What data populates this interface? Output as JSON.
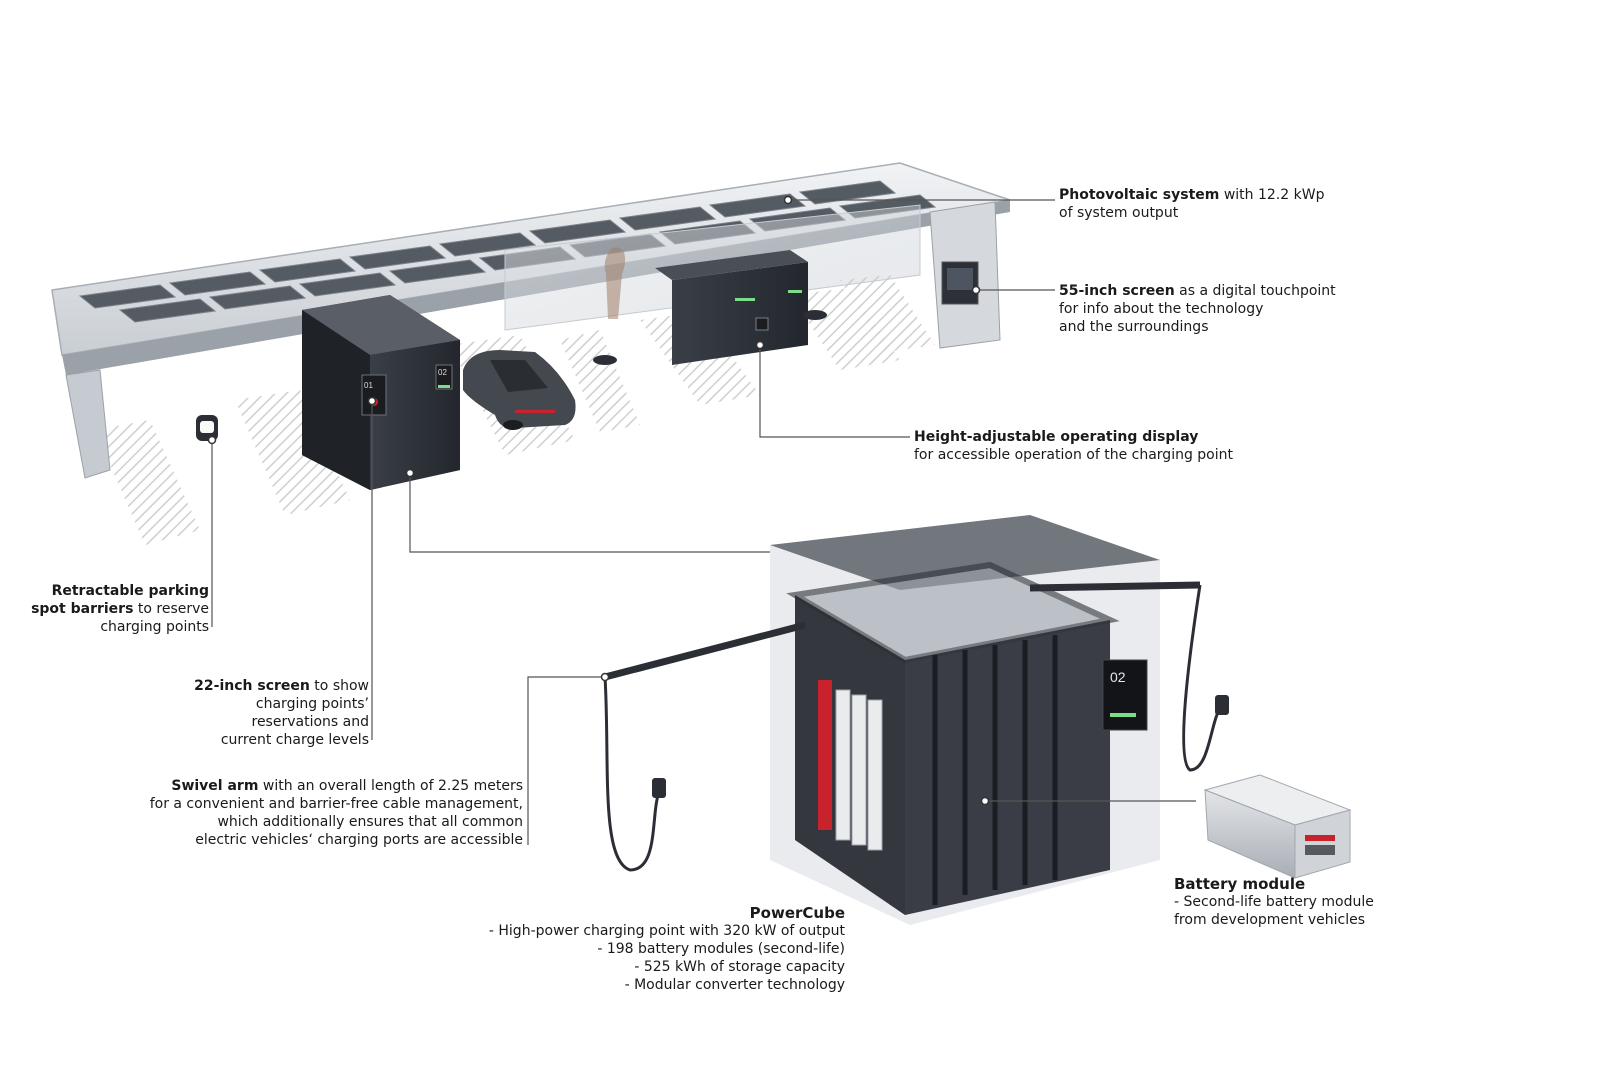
{
  "callouts": {
    "photovoltaic": {
      "bold": "Photovoltaic system",
      "rest": " with 12.2 kWp",
      "line2": "of system output"
    },
    "screen55": {
      "bold": "55-inch screen",
      "rest": " as a digital touchpoint",
      "line2": "for info about the technology",
      "line3": "and the surroundings"
    },
    "height_display": {
      "bold": "Height-adjustable operating display",
      "line2": "for accessible operation of the charging point"
    },
    "barriers": {
      "bold1": "Retractable parking",
      "bold2": "spot barriers",
      "rest2": " to reserve",
      "line3": "charging points"
    },
    "screen22": {
      "bold": "22-inch screen",
      "rest": " to show",
      "line2": "charging points’",
      "line3": "reservations and",
      "line4": "current charge levels"
    },
    "swivel": {
      "bold": "Swivel arm",
      "rest": " with an overall length of 2.25 meters",
      "line2": "for a convenient and barrier-free cable management,",
      "line3": "which additionally ensures that all common",
      "line4": "electric vehicles‘ charging ports are accessible"
    },
    "powercube": {
      "title": "PowerCube",
      "items": [
        "- High-power charging point with 320 kW of output",
        "- 198 battery modules (second-life)",
        "- 525 kWh of storage capacity",
        "- Modular converter technology"
      ]
    },
    "battery": {
      "title": "Battery module",
      "line2": "- Second-life battery module",
      "line3": "from development vehicles"
    }
  },
  "unit_labels": {
    "small_cube_01": "01",
    "small_cube_02": "02",
    "big_cube_02": "02"
  },
  "colors": {
    "leader": "#555555",
    "cube_dark": "#2c3038",
    "canopy": "#d9dde2",
    "accent_green": "#7ddc8a",
    "accent_red": "#c8232c"
  }
}
